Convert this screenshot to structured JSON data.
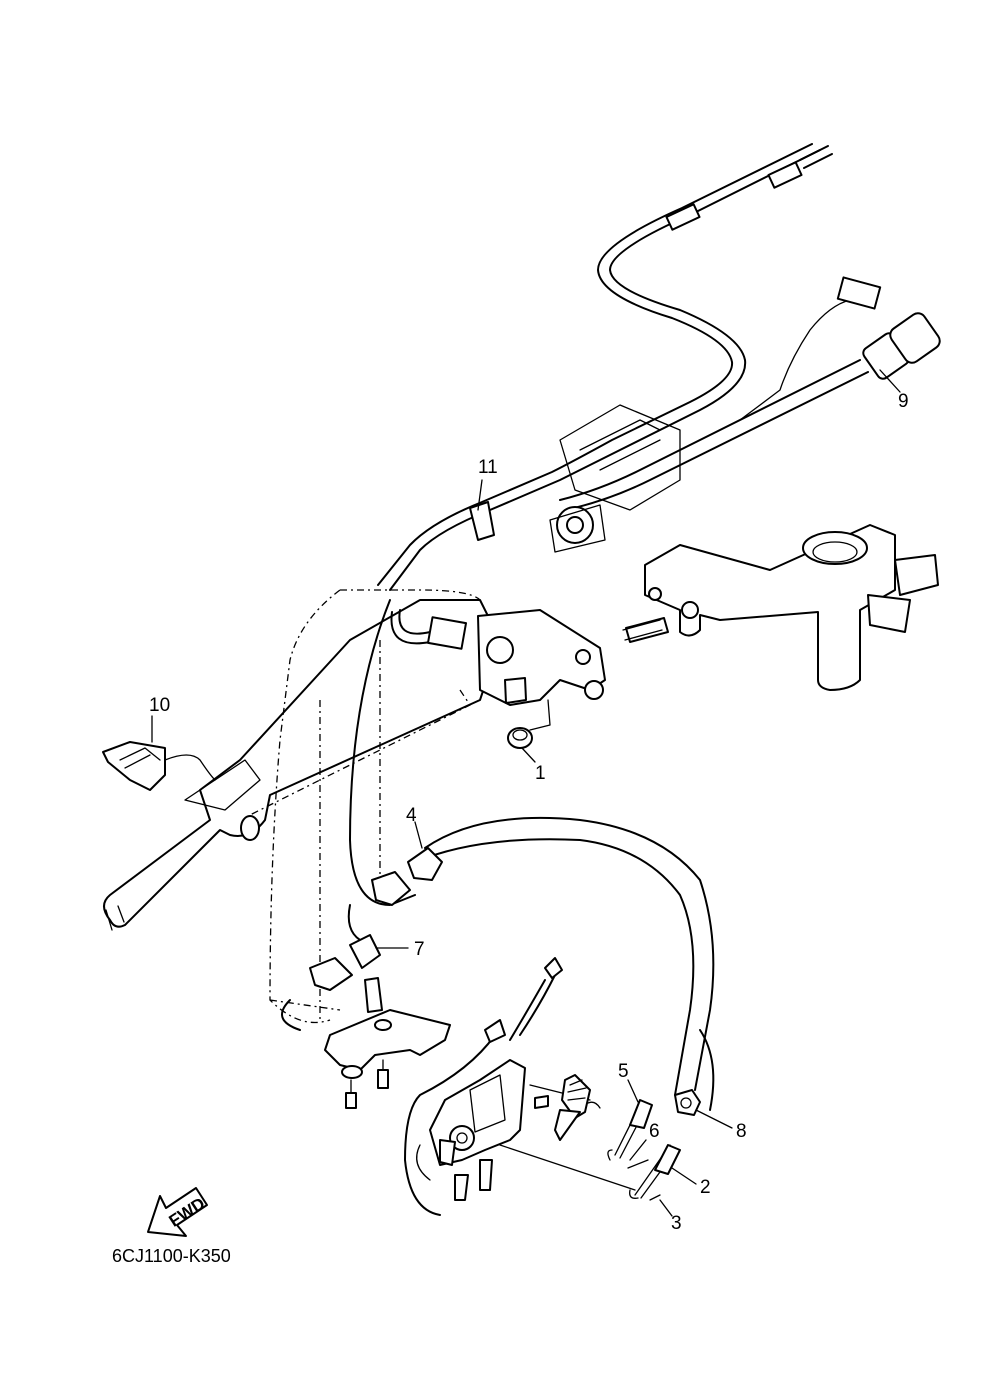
{
  "callouts": [
    {
      "id": "1",
      "text": "1"
    },
    {
      "id": "2",
      "text": "2"
    },
    {
      "id": "3",
      "text": "3"
    },
    {
      "id": "4",
      "text": "4"
    },
    {
      "id": "5",
      "text": "5"
    },
    {
      "id": "6",
      "text": "6"
    },
    {
      "id": "7",
      "text": "7"
    },
    {
      "id": "8",
      "text": "8"
    },
    {
      "id": "9",
      "text": "9"
    },
    {
      "id": "10",
      "text": "10"
    },
    {
      "id": "11",
      "text": "11"
    }
  ],
  "direction_marker": {
    "text": "FWD",
    "icon": "arrow-left-icon"
  },
  "diagram_code": "6CJ1100-K350"
}
